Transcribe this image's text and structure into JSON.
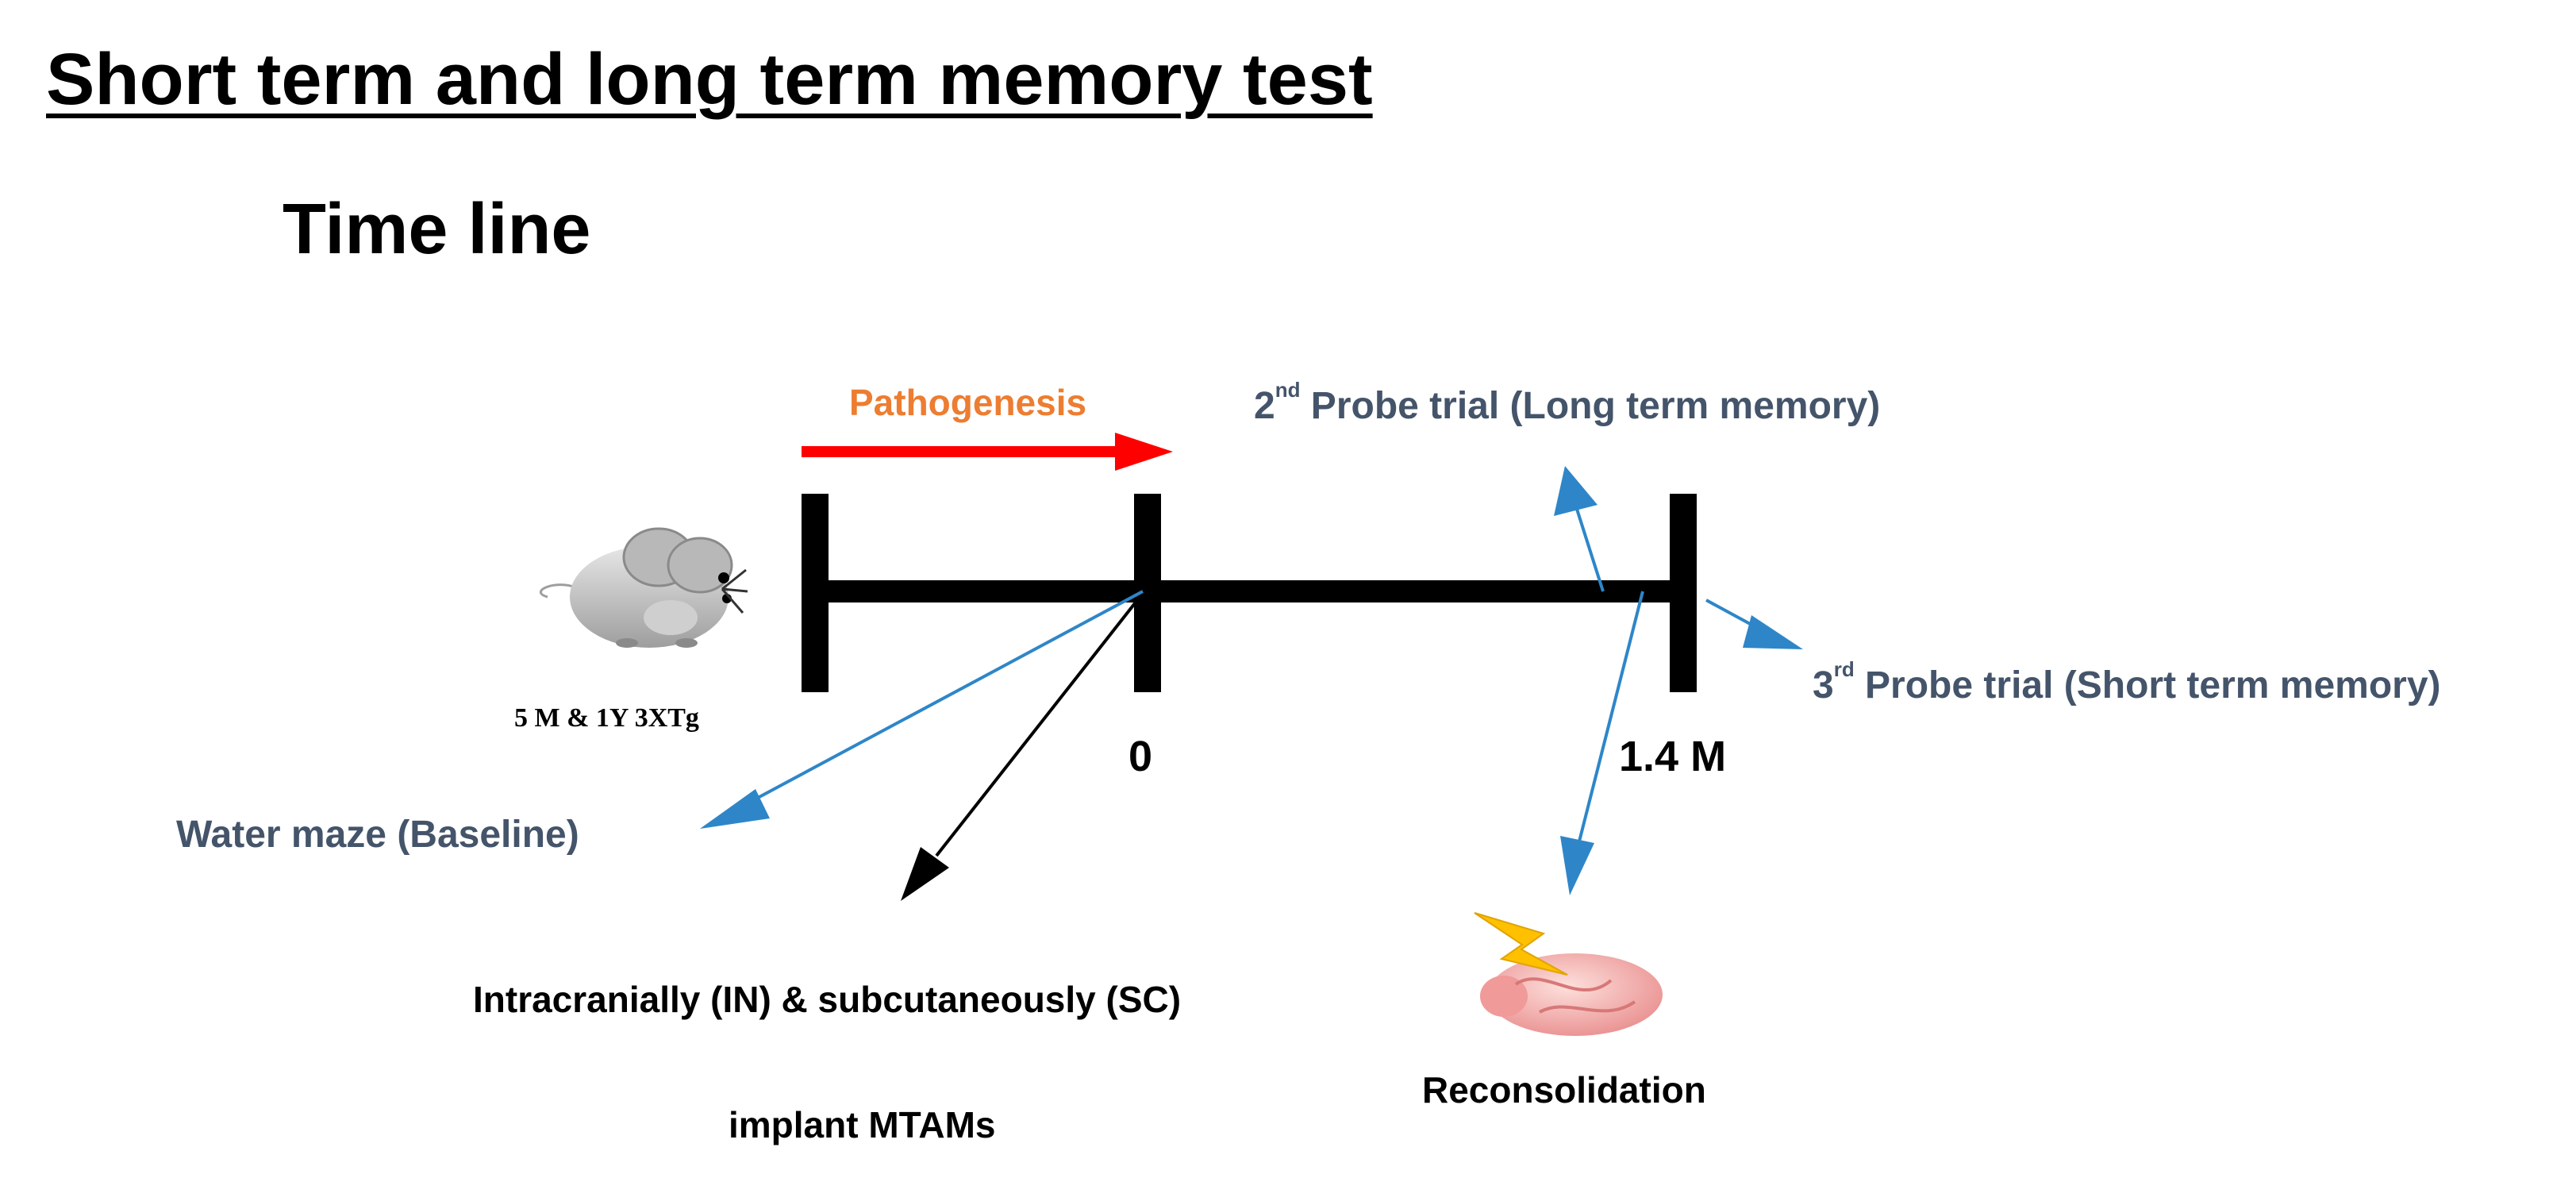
{
  "title": "Short term and long term memory test",
  "subtitle": "Time line",
  "timeline": {
    "pathogenesis_label": "Pathogenesis",
    "tick_zero": "0",
    "tick_end": "1.4 M",
    "mouse_caption": "5 M & 1Y 3XTg"
  },
  "events": {
    "probe2": {
      "ordinal": "2",
      "suffix": "nd",
      "text": " Probe trial (Long term memory)"
    },
    "probe3": {
      "ordinal": "3",
      "suffix": "rd",
      "text": " Probe trial (Short term memory)"
    },
    "water_maze": "Water maze (Baseline)",
    "injection_line1": "Intracranially (IN) & subcutaneously (SC)",
    "injection_line2": "implant MTAMs",
    "reconsolidation": "Reconsolidation"
  },
  "colors": {
    "title_text": "#000000",
    "pathogenesis_label": "#ed7d31",
    "pathogenesis_arrow": "#ff0000",
    "event_text": "#44546a",
    "blue_arrow": "#2e86c8",
    "timeline": "#000000",
    "lightning": "#ffc000",
    "brain": "#f4a6a6"
  },
  "icons": [
    "mouse-icon",
    "lightning-icon",
    "brain-icon"
  ]
}
